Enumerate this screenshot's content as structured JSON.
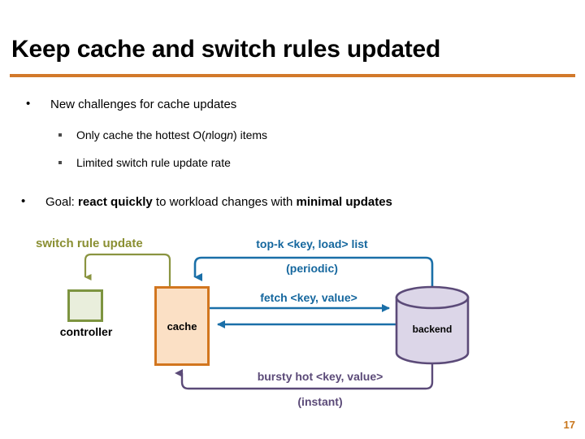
{
  "slide": {
    "title": "Keep cache and switch rules updated",
    "page_number": "17",
    "accent_color": "#d2792a"
  },
  "bullets": [
    {
      "level": 1,
      "marker": "bullet-dot",
      "text": "New challenges for cache updates"
    },
    {
      "level": 2,
      "marker": "bullet-square",
      "parts": [
        {
          "text": "Only cache the hottest O(",
          "style": "regular"
        },
        {
          "text": "n",
          "style": "italic"
        },
        {
          "text": "log",
          "style": "regular"
        },
        {
          "text": "n",
          "style": "italic"
        },
        {
          "text": ") items",
          "style": "regular"
        }
      ],
      "plain": "Only cache the hottest O(nlogn) items"
    },
    {
      "level": 2,
      "marker": "bullet-square",
      "plain": "Limited switch rule update rate"
    },
    {
      "level": 1,
      "marker": "bullet-dot",
      "parts": [
        {
          "text": "Goal: ",
          "style": "regular"
        },
        {
          "text": "react quickly",
          "style": "bold"
        },
        {
          "text": " to workload changes with ",
          "style": "regular"
        },
        {
          "text": "minimal updates",
          "style": "bold"
        }
      ],
      "plain": "Goal: react quickly to workload changes with minimal updates"
    }
  ],
  "diagram": {
    "nodes": [
      {
        "id": "controller",
        "label": "controller",
        "shape": "rectangle",
        "fill": "#e9eedc",
        "stroke": "#7d9440"
      },
      {
        "id": "cache",
        "label": "cache",
        "shape": "rectangle",
        "fill": "#fbe0c5",
        "stroke": "#d2761f"
      },
      {
        "id": "backend",
        "label": "backend",
        "shape": "cylinder",
        "fill": "#dcd6e8",
        "stroke": "#5b4a78"
      }
    ],
    "edges": [
      {
        "id": "switch-rule-update",
        "from": "cache",
        "to": "controller",
        "label": "switch rule update",
        "color": "#8a8f32"
      },
      {
        "id": "top-k-list",
        "from": "backend",
        "to": "cache",
        "label": "top-k <key, load> list",
        "sublabel": "(periodic)",
        "color": "#15679e"
      },
      {
        "id": "fetch-key-value",
        "from": "cache",
        "to": "backend",
        "label": "fetch <key, value>",
        "color": "#15679e"
      },
      {
        "id": "fetch-response",
        "from": "backend",
        "to": "cache",
        "label": "",
        "color": "#15679e"
      },
      {
        "id": "bursty-hot",
        "from": "backend",
        "to": "cache",
        "label": "bursty hot <key, value>",
        "sublabel": "(instant)",
        "color": "#5b4a78"
      }
    ]
  }
}
